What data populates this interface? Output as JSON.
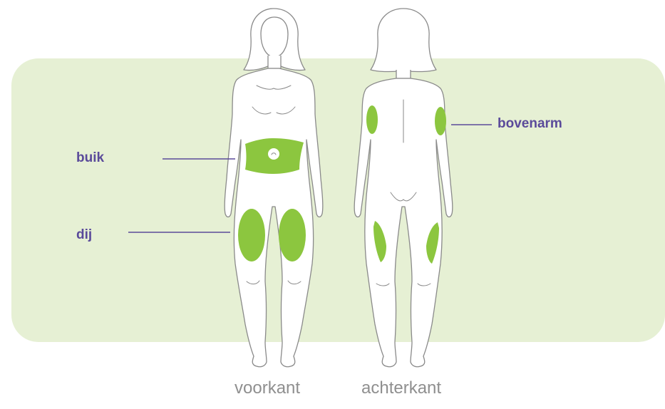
{
  "colors": {
    "panel": "#e6f0d4",
    "body_fill": "#ffffff",
    "outline": "#8a8a8a",
    "injection_site": "#8cc63f",
    "label_text": "#5a4a9a",
    "leader_line": "#5a4a9a",
    "caption_text": "#8f8f8f"
  },
  "labels": {
    "buik": "buik",
    "dij": "dij",
    "bovenarm": "bovenarm"
  },
  "captions": {
    "front": "voorkant",
    "back": "achterkant"
  },
  "icons": {
    "front_figure": "female-body-front-icon",
    "back_figure": "female-body-back-icon",
    "navel": "navel-icon"
  }
}
